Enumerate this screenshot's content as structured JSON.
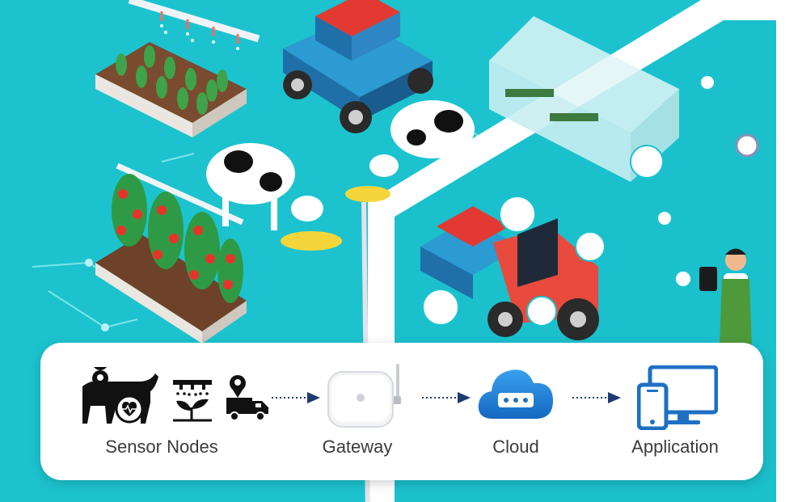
{
  "pipeline": {
    "stages": [
      {
        "label": "Sensor Nodes",
        "icons": [
          "cow-location-health-icon",
          "irrigation-sprout-icon",
          "delivery-truck-location-icon"
        ]
      },
      {
        "label": "Gateway",
        "icons": [
          "gateway-router-icon"
        ]
      },
      {
        "label": "Cloud",
        "icons": [
          "cloud-server-icon"
        ]
      },
      {
        "label": "Application",
        "icons": [
          "devices-icon"
        ]
      }
    ]
  },
  "colors": {
    "background": "#1cc3cf",
    "tablet_frame": "#ffffff",
    "panel": "#ffffff",
    "label_text": "#3b3b3b",
    "accent_blue": "#1e6fc4",
    "arrow": "#1d3b73"
  }
}
